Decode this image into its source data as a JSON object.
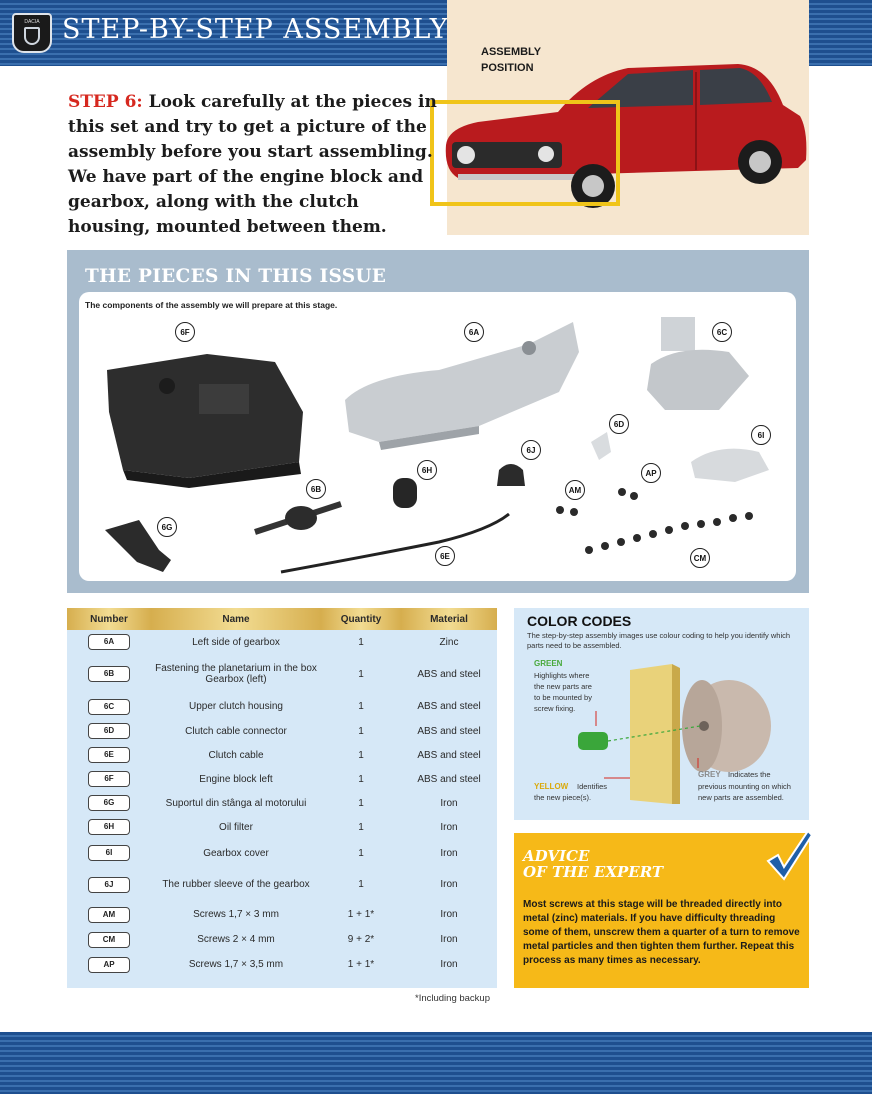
{
  "header": {
    "badge_text": "DACIA",
    "title": "STEP-BY-STEP ASSEMBLY"
  },
  "hero": {
    "assembly_position_line1": "ASSEMBLY",
    "assembly_position_line2": "POSITION",
    "car_color": "#b91b1e",
    "highlight_color": "#f0c419"
  },
  "step": {
    "label": "STEP 6:",
    "text": " Look carefully at the pieces in this set and try to get a picture of the assembly before you start assembling. We have part of the engine block and gearbox, along with the clutch housing, mounted between them."
  },
  "pieces": {
    "title": "THE PIECES IN THIS ISSUE",
    "description": "The components of the assembly we will prepare at this stage.",
    "labels": [
      "6F",
      "6A",
      "6C",
      "6D",
      "6I",
      "6J",
      "6H",
      "AP",
      "6B",
      "AM",
      "6G",
      "6E",
      "CM"
    ]
  },
  "table": {
    "headers": [
      "Number",
      "Name",
      "Quantity",
      "Material"
    ],
    "rows": [
      {
        "code": "6A",
        "name": "Left side of gearbox",
        "qty": "1",
        "material": "Zinc"
      },
      {
        "code": "6B",
        "name": "Fastening the planetarium in the box Gearbox (left)",
        "qty": "1",
        "material": "ABS and steel"
      },
      {
        "code": "6C",
        "name": "Upper clutch housing",
        "qty": "1",
        "material": "ABS and steel"
      },
      {
        "code": "6D",
        "name": "Clutch cable connector",
        "qty": "1",
        "material": "ABS and steel"
      },
      {
        "code": "6E",
        "name": "Clutch cable",
        "qty": "1",
        "material": "ABS and steel"
      },
      {
        "code": "6F",
        "name": "Engine block left",
        "qty": "1",
        "material": "ABS and steel"
      },
      {
        "code": "6G",
        "name": "Suportul din stânga al motorului",
        "qty": "1",
        "material": "Iron"
      },
      {
        "code": "6H",
        "name": "Oil filter",
        "qty": "1",
        "material": "Iron"
      },
      {
        "code": "6I",
        "name": "Gearbox cover",
        "qty": "1",
        "material": "Iron"
      },
      {
        "code": "6J",
        "name": "The rubber sleeve of the gearbox",
        "qty": "1",
        "material": "Iron"
      },
      {
        "code": "AM",
        "name": "Screws 1,7 × 3 mm",
        "qty": "1 + 1*",
        "material": "Iron"
      },
      {
        "code": "CM",
        "name": "Screws 2 × 4 mm",
        "qty": "9 + 2*",
        "material": "Iron"
      },
      {
        "code": "AP",
        "name": "Screws 1,7 × 3,5 mm",
        "qty": "1 + 1*",
        "material": "Iron"
      }
    ],
    "footnote": "*Including backup"
  },
  "color_codes": {
    "title": "COLOR CODES",
    "description": "The step-by-step assembly images use colour coding to help you identify which parts need to be assembled.",
    "green_word": "GREEN",
    "green_desc": "Highlights where the new parts are to be mounted by screw fixing.",
    "yellow_word": "YELLOW",
    "yellow_desc_a": "Identifies",
    "yellow_desc_b": "the new piece(s).",
    "grey_word": "GREY",
    "grey_desc_a": "Indicates the",
    "grey_desc_b": "previous mounting on which new parts are assembled.",
    "colors": {
      "green": "#3aa63a",
      "yellow": "#e9d27a",
      "grey": "#c9b9ad"
    }
  },
  "advice": {
    "title_line1": "ADVICE",
    "title_line2": "OF THE EXPERT",
    "text": "Most screws at this stage will be threaded directly into metal (zinc) materials. If you have difficulty threading some of them, unscrew them a quarter of a turn to remove metal particles and then tighten them further. Repeat this process as many times as necessary."
  }
}
